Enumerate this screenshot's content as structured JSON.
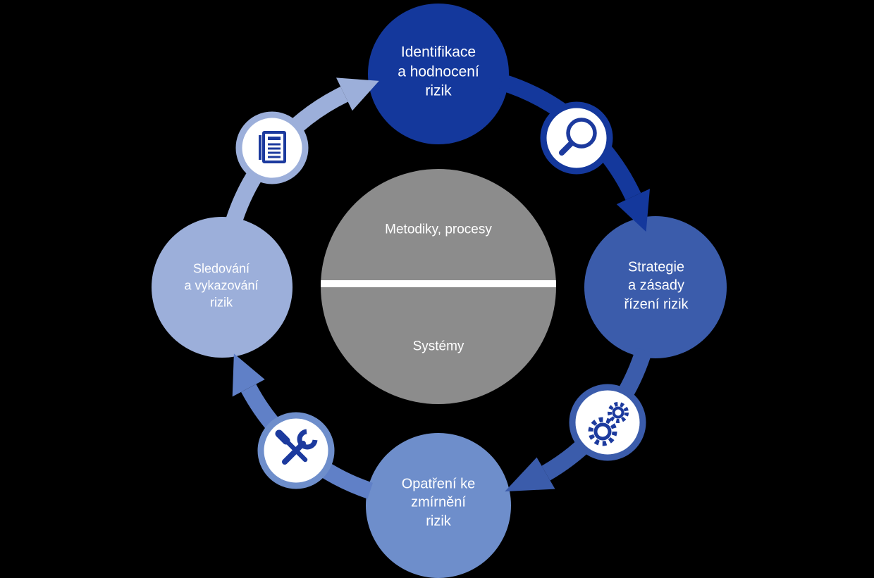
{
  "background": "#000000",
  "colors": {
    "icon_stroke": "#1C3A9E",
    "white": "#FFFFFF"
  },
  "nodes": {
    "top": {
      "label": "Identifikace\na hodnocení\nrizik",
      "color": "#14389C"
    },
    "right": {
      "label": "Strategie\na zásady\nřízení rizik",
      "color": "#3B5CAB"
    },
    "bottom": {
      "label": "Opatření ke\nzmírnění\nrizik",
      "color": "#6E8ECB"
    },
    "left": {
      "label": "Sledování\na vykazování\nrizik",
      "color": "#9CAFDA"
    }
  },
  "center": {
    "top_label": "Metodiky, procesy",
    "bottom_label": "Systémy",
    "color": "#8C8C8C"
  },
  "arrows": {
    "top_to_right": {
      "color": "#14389C"
    },
    "right_to_bottom": {
      "color": "#3B5CAB"
    },
    "bottom_to_left": {
      "color": "#6080C7"
    },
    "left_to_top": {
      "color": "#9CAFDA"
    }
  },
  "icons": {
    "search": {
      "name": "magnifier-icon",
      "ring_color": "#14389C"
    },
    "gears": {
      "name": "gears-icon",
      "ring_color": "#3B5CAB"
    },
    "tools": {
      "name": "tools-icon",
      "ring_color": "#6E8ECB"
    },
    "document": {
      "name": "newspaper-icon",
      "ring_color": "#9CAFDA"
    }
  }
}
